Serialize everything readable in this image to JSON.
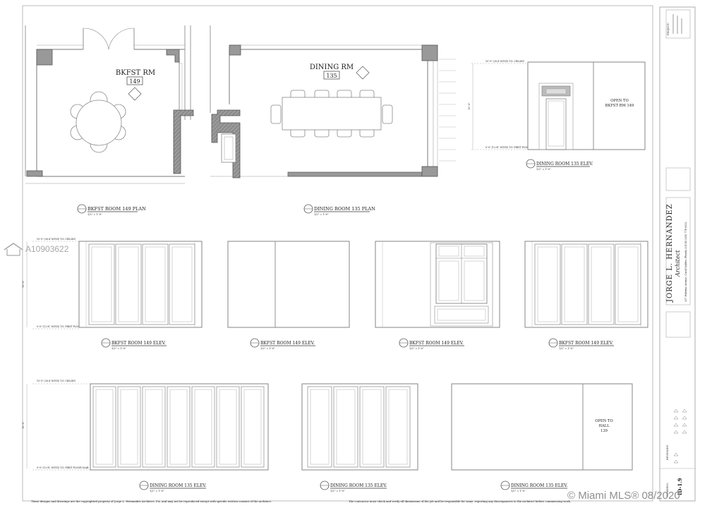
{
  "plans": {
    "bkfst": {
      "room_name": "BKFST RM",
      "room_number": "149",
      "title": "BKFST ROOM 149 PLAN",
      "scale": "1/2\" = 1'-0\""
    },
    "dining": {
      "room_name": "DINING RM",
      "room_number": "135",
      "title": "DINING ROOM 135 PLAN",
      "scale": "1/2\" = 1'-0\""
    }
  },
  "dining_elev_top": {
    "title": "DINING ROOM 135 ELEV.",
    "scale": "1/2\" = 1'-0\"",
    "note": "OPEN TO BKFST RM 149",
    "note_lines": [
      "OPEN TO",
      "BKFST RM 149"
    ],
    "ceiling_label": "10'-0\" (28.4' NGVD) T.O. CEILING",
    "floor_label": "0'-0\" (13.91' NGVD) T.O. FIRST FLOOR SLAB",
    "height": "10'-0\""
  },
  "row2": {
    "title": "BKFST ROOM 149 ELEV.",
    "scale": "1/2\" = 1'-0\"",
    "ceiling_label": "10'-0\" (28.4' NGVD) T.O. CEILING",
    "floor_label": "0'-0\" (13.91' NGVD) T.O. FIRST FLOOR SLAB",
    "height": "10'-0\""
  },
  "row3": {
    "title": "DINING ROOM 135 ELEV.",
    "scale": "1/2\" = 1'-0\"",
    "note_lines": [
      "OPEN TO",
      "HALL",
      "139"
    ],
    "ceiling_label": "10'-0\" (28.4' NGVD) T.O. CEILING",
    "floor_label": "0'-0\" (13.91' NGVD) T.O. FIRST FLOOR SLAB",
    "height": "10'-0\""
  },
  "title_block": {
    "architect_name": "JORGE L. HERNANDEZ",
    "architect_title": "Architect",
    "address": "337 Palermo Avenue, Coral Gables, Florida 33134 (305) 774-0022",
    "project_label": "PROJECT:",
    "revisions_label": "REVISIONS",
    "drawing_label": "DRAWING:",
    "sheet_number": "ID-1.9"
  },
  "footer": {
    "copyright": "These designs and drawings are the copyrighted property of Jorge L. Hernandez Architect, P.A. and may not be reproduced except with specific written consent of the architect.",
    "contractor": "The contractor must check and verify all dimensions of the job and be responsible for same, reporting any discrepancies to the architect before commencing work."
  },
  "watermarks": {
    "listing_id": "A10903622",
    "brand": "© Miami MLS® 08/2020"
  }
}
